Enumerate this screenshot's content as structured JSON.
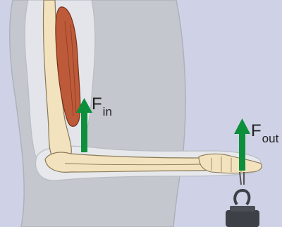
{
  "labels": {
    "force_in": {
      "main": "F",
      "sub": "in"
    },
    "force_out": {
      "main": "F",
      "sub": "out"
    }
  },
  "colors": {
    "background": "#cfd2e6",
    "body_silhouette": "#c4c7cd",
    "skin_outline": "#b8bcc4",
    "bone": "#f2e2bd",
    "bone_outline": "#8a7a5a",
    "muscle": "#bd5a3a",
    "force_arrow": "#0e8f3c",
    "weight": "#3d4046"
  },
  "icons": {
    "force_in_arrow": "arrow-up-icon",
    "force_out_arrow": "arrow-up-icon",
    "weight": "hanging-weight-icon"
  }
}
